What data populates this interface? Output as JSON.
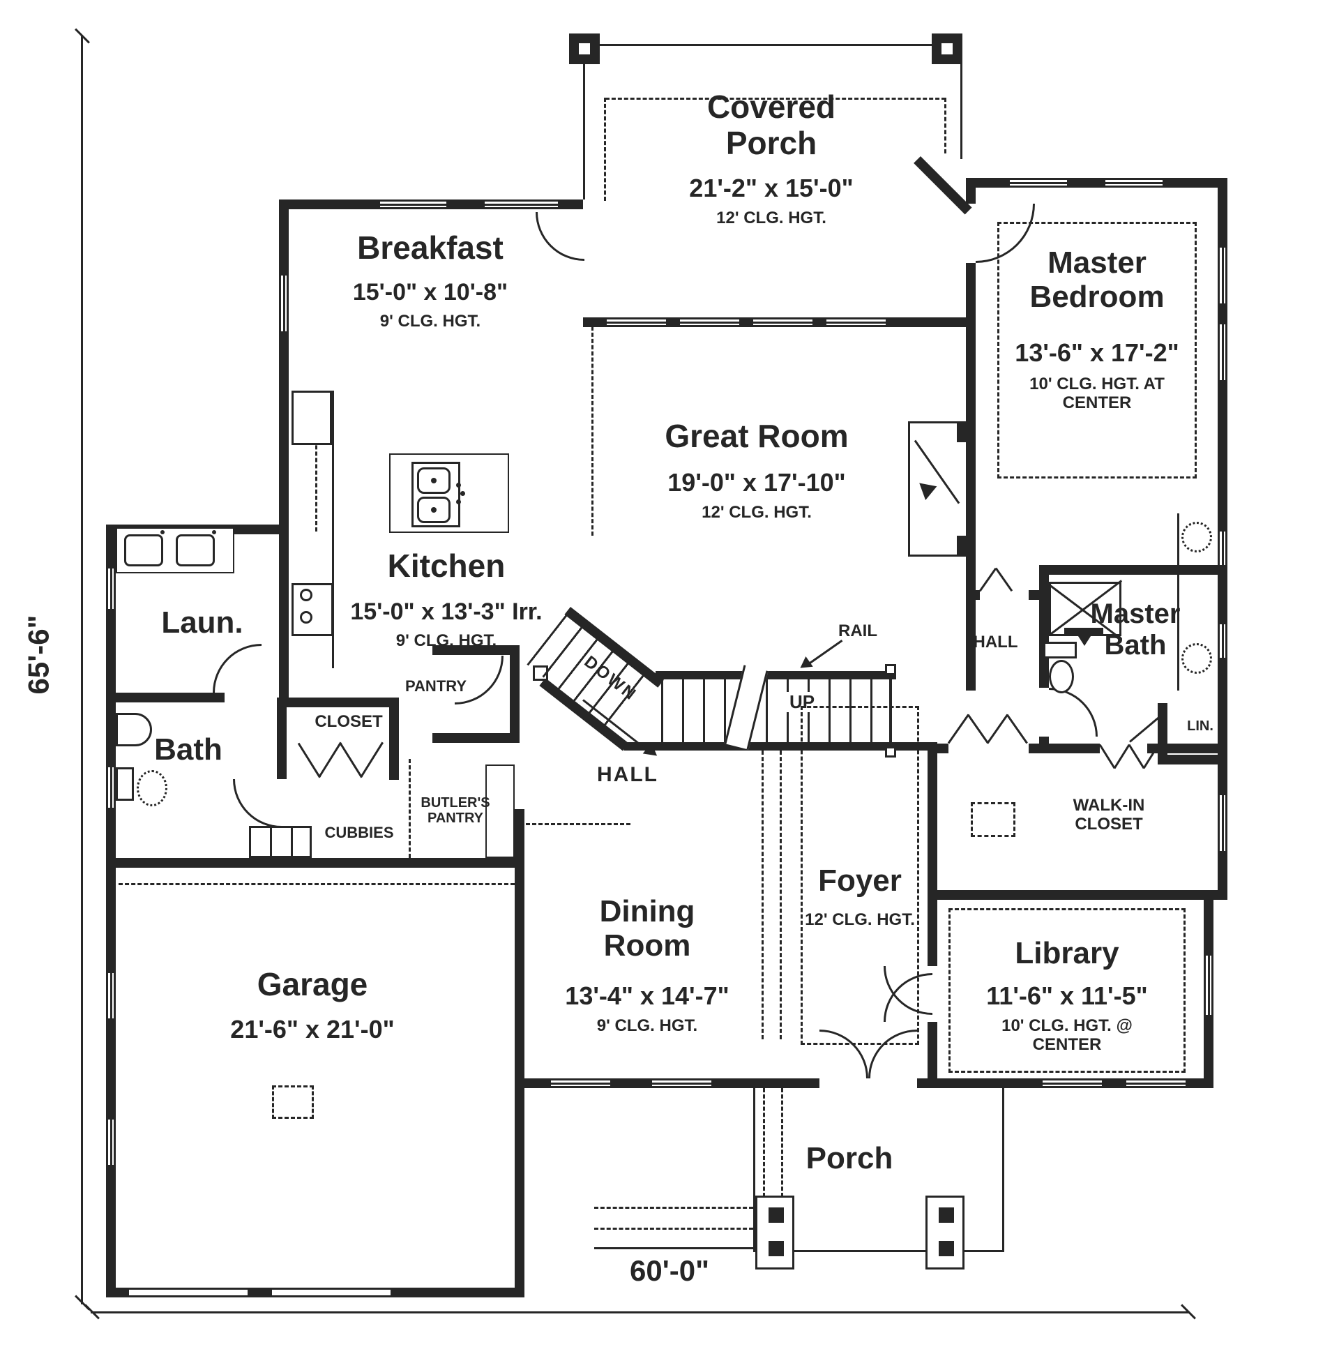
{
  "dimensions": {
    "overall_width": "60'-0\"",
    "overall_depth": "65'-6\""
  },
  "rooms": {
    "covered_porch": {
      "name": "Covered Porch",
      "dims": "21'-2\" x 15'-0\"",
      "clg": "12' CLG. HGT."
    },
    "breakfast": {
      "name": "Breakfast",
      "dims": "15'-0\" x 10'-8\"",
      "clg": "9' CLG. HGT."
    },
    "master_bedroom": {
      "name": "Master Bedroom",
      "dims": "13'-6\" x 17'-2\"",
      "clg": "10' CLG. HGT. AT CENTER"
    },
    "great_room": {
      "name": "Great Room",
      "dims": "19'-0\" x 17'-10\"",
      "clg": "12' CLG. HGT."
    },
    "kitchen": {
      "name": "Kitchen",
      "dims": "15'-0\" x 13'-3\" Irr.",
      "clg": "9' CLG. HGT."
    },
    "laundry": {
      "name": "Laun."
    },
    "bath": {
      "name": "Bath"
    },
    "closet": {
      "name": "CLOSET"
    },
    "pantry": {
      "name": "PANTRY"
    },
    "hall_center": {
      "name": "HALL"
    },
    "hall_right": {
      "name": "HALL"
    },
    "master_bath": {
      "name": "Master Bath"
    },
    "linen": {
      "name": "LIN."
    },
    "walk_in_closet": {
      "name": "WALK-IN CLOSET"
    },
    "garage": {
      "name": "Garage",
      "dims": "21'-6\" x 21'-0\""
    },
    "dining_room": {
      "name": "Dining Room",
      "dims": "13'-4\" x 14'-7\"",
      "clg": "9' CLG. HGT."
    },
    "foyer": {
      "name": "Foyer",
      "clg": "12' CLG. HGT."
    },
    "library": {
      "name": "Library",
      "dims": "11'-6\" x 11'-5\"",
      "clg": "10' CLG. HGT. @ CENTER"
    },
    "porch": {
      "name": "Porch"
    }
  },
  "annotations": {
    "rail": "RAIL",
    "down": "DOWN",
    "up": "UP",
    "cubbies": "CUBBIES",
    "butlers_pantry": "BUTLER'S PANTRY"
  },
  "colors": {
    "ink": "#262626",
    "paper": "#ffffff"
  }
}
